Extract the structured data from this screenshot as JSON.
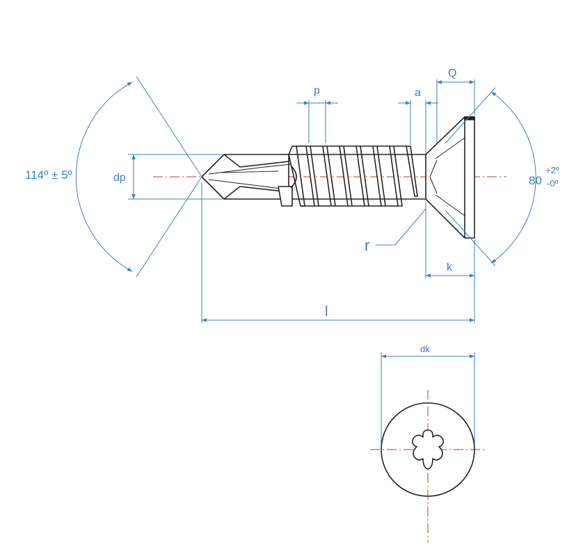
{
  "labels": {
    "point_angle": "114º ± 5º",
    "point_diameter": "dp",
    "pitch": "p",
    "thread_end": "a",
    "head_depth": "Q",
    "head_angle_base": "80",
    "head_angle_plus": "+2º",
    "head_angle_minus": "-0º",
    "radius": "r",
    "head_height": "k",
    "length": "l",
    "head_diameter": "dk"
  },
  "icons": {
    "drive": "hexalobular-drive-icon"
  },
  "colors": {
    "outline": "#222222",
    "dimension": "#3b7fc4",
    "centerline": "#c0392b"
  }
}
